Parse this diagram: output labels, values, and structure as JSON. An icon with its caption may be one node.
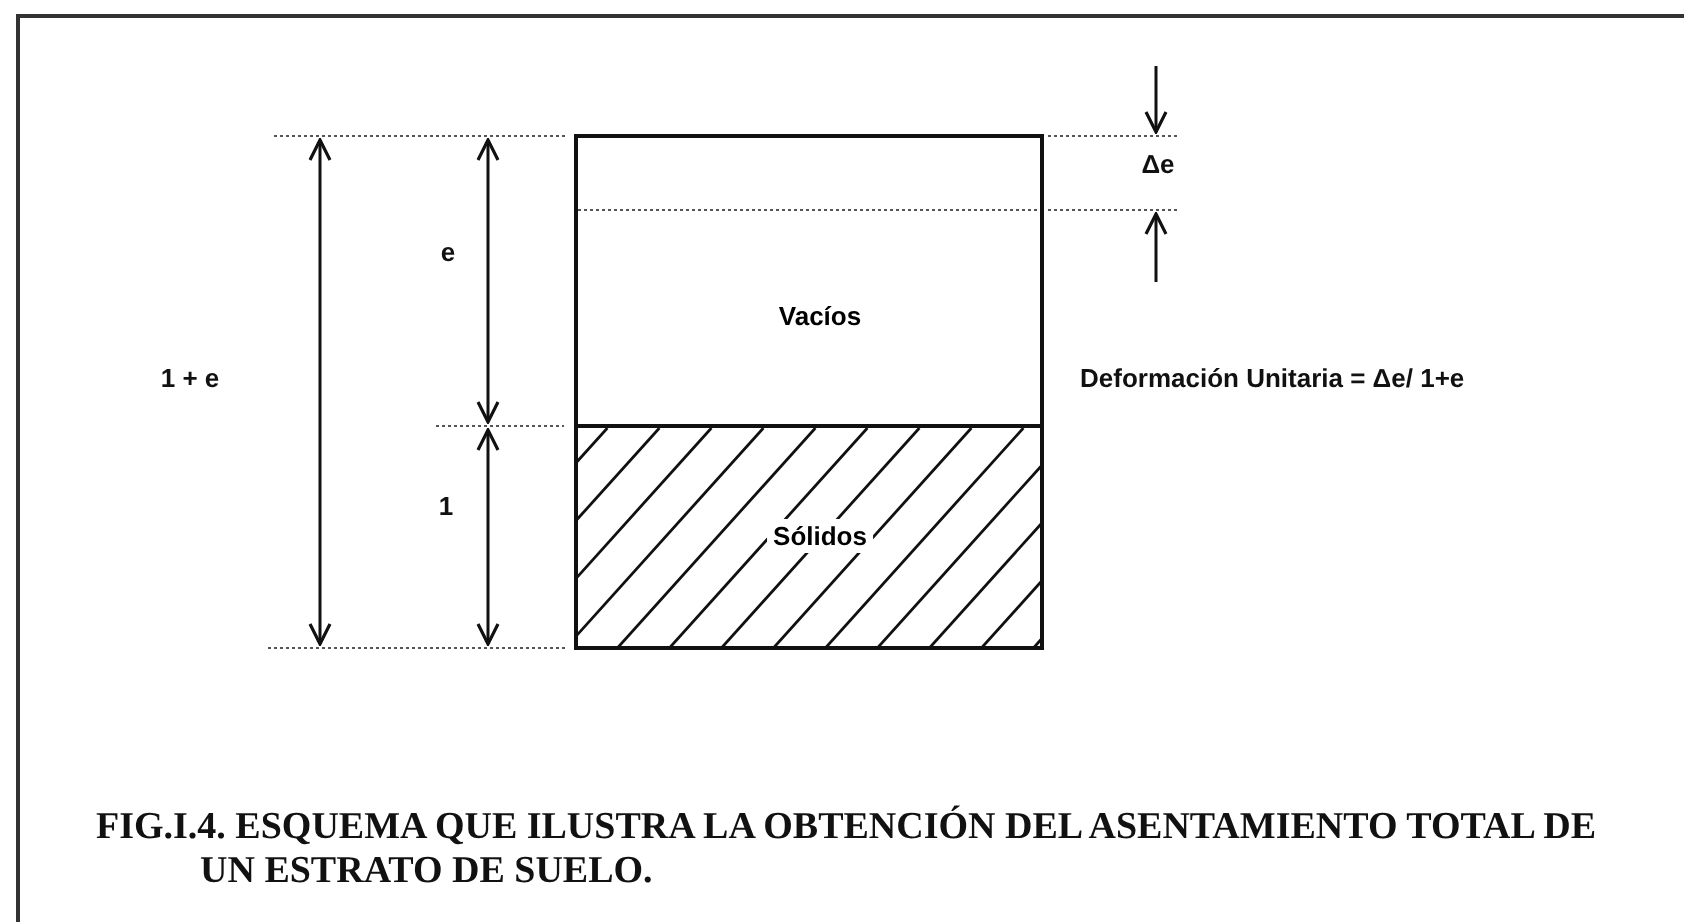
{
  "diagram": {
    "caption": "FIG.I.4. ESQUEMA QUE ILUSTRA LA OBTENCIÓN DEL ASENTAMIENTO TOTAL DE UN ESTRATO DE SUELO.",
    "nodes": [
      {
        "text": [
          "Vacíos"
        ]
      },
      {
        "text": [
          "Sólidos"
        ]
      }
    ],
    "labels": [
      "Δe",
      "e",
      "1 + e",
      "Deformación Unitaria = Δe/ 1+e",
      "1"
    ]
  }
}
